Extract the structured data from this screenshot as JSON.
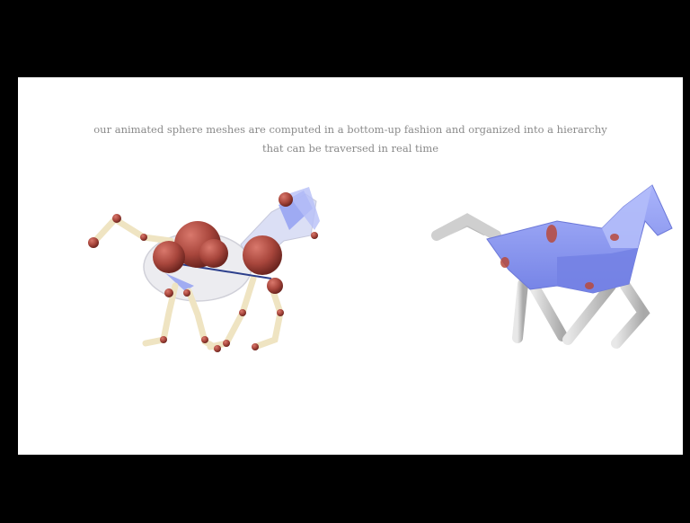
{
  "caption": {
    "line1": "our animated sphere meshes are computed in a bottom-up fashion and organized into a hierarchy",
    "line2": "that can be traversed in real time"
  },
  "colors": {
    "background": "#ffffff",
    "letterbox": "#000000",
    "caption_text": "#8a8a8a",
    "mesh_blue": "#8f9cf2",
    "sphere_red": "#a8463c",
    "bone_yellow": "#efe4c2",
    "leg_grey": "#c9c9c9"
  },
  "figures": [
    {
      "name": "sphere-mesh-horse",
      "description_icon": "horse-sphere-mesh-icon"
    },
    {
      "name": "blended-mesh-horse",
      "description_icon": "horse-mesh-icon"
    }
  ]
}
